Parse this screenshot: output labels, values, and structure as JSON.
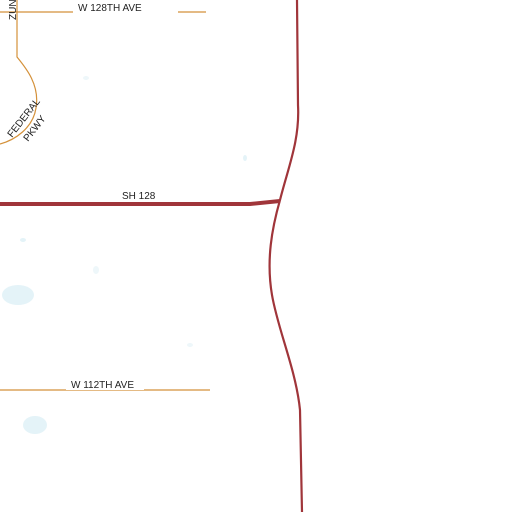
{
  "colors": {
    "background": "#ffffff",
    "highway": "#a0353a",
    "local_road": "#d4913a",
    "water": "#e4f3f8"
  },
  "labels": {
    "w128": "W 128TH AVE",
    "sh128": "SH 128",
    "w112": "W 112TH AVE",
    "federal_line1": "FEDERAL",
    "federal_line2": "PKWY",
    "zuni": "ZUNI"
  }
}
